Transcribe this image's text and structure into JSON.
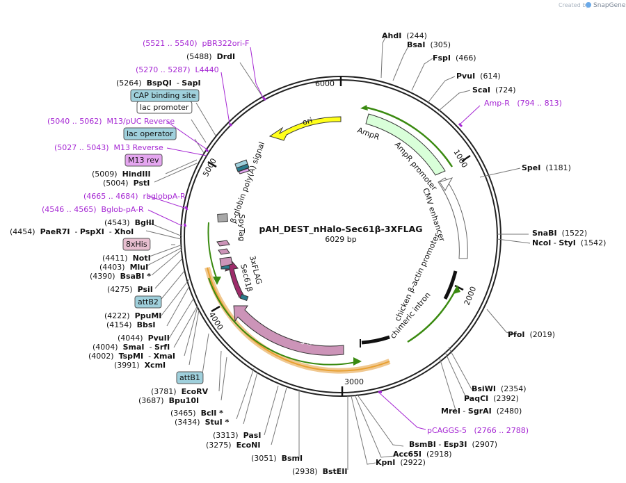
{
  "credit": {
    "prefix": "Created by",
    "brand": "SnapGene"
  },
  "plasmid": {
    "name": "pAH_DEST_nHalo-Sec61β-3XFLAG",
    "size": "6029 bp"
  },
  "ticks": [
    "1000",
    "2000",
    "3000",
    "4000",
    "5000",
    "6000"
  ],
  "sites_right": [
    {
      "t": [
        [
          "b",
          "AhdI"
        ],
        [
          "n",
          "  (244)"
        ]
      ]
    },
    {
      "t": [
        [
          "b",
          "BsaI"
        ],
        [
          "n",
          "  (305)"
        ]
      ]
    },
    {
      "t": [
        [
          "b",
          "FspI"
        ],
        [
          "n",
          "  (466)"
        ]
      ]
    },
    {
      "t": [
        [
          "b",
          "PvuI"
        ],
        [
          "n",
          "  (614)"
        ]
      ]
    },
    {
      "t": [
        [
          "b",
          "ScaI"
        ],
        [
          "n",
          "  (724)"
        ]
      ]
    },
    {
      "t": [
        [
          "f",
          "Amp-R   (794 .. 813)"
        ]
      ]
    },
    {
      "t": [
        [
          "b",
          "SpeI"
        ],
        [
          "n",
          "  (1181)"
        ]
      ]
    },
    {
      "t": [
        [
          "b",
          "SnaBI"
        ],
        [
          "n",
          "  (1522)"
        ]
      ]
    },
    {
      "t": [
        [
          "b",
          "NcoI"
        ],
        [
          "n",
          " - "
        ],
        [
          "b",
          "StyI"
        ],
        [
          "n",
          "  (1542)"
        ]
      ]
    },
    {
      "t": [
        [
          "b",
          "PfoI"
        ],
        [
          "n",
          "  (2019)"
        ]
      ]
    },
    {
      "t": [
        [
          "b",
          "BsiWI"
        ],
        [
          "n",
          "  (2354)"
        ]
      ]
    },
    {
      "t": [
        [
          "b",
          "PaqCI"
        ],
        [
          "n",
          "  (2392)"
        ]
      ]
    },
    {
      "t": [
        [
          "b",
          "MreI"
        ],
        [
          "n",
          " - "
        ],
        [
          "b",
          "SgrAI"
        ],
        [
          "n",
          "  (2480)"
        ]
      ]
    },
    {
      "t": [
        [
          "f",
          "pCAGGS-5   (2766 .. 2788)"
        ]
      ]
    },
    {
      "t": [
        [
          "b",
          "BsmBI"
        ],
        [
          "n",
          " - "
        ],
        [
          "b",
          "Esp3I"
        ],
        [
          "n",
          "  (2907)"
        ]
      ]
    },
    {
      "t": [
        [
          "b",
          "Acc65I"
        ],
        [
          "n",
          "  (2918)"
        ]
      ]
    },
    {
      "t": [
        [
          "b",
          "KpnI"
        ],
        [
          "n",
          "  (2922)"
        ]
      ]
    },
    {
      "t": [
        [
          "n",
          "(2938)  "
        ],
        [
          "b",
          "BstEII"
        ]
      ]
    }
  ],
  "sites_left": [
    {
      "t": [
        [
          "f",
          "(5521 .. 5540)  pBR322ori-F"
        ]
      ]
    },
    {
      "t": [
        [
          "n",
          "(5488)  "
        ],
        [
          "b",
          "DrdI"
        ]
      ]
    },
    {
      "t": [
        [
          "f",
          "(5270 .. 5287)  L4440"
        ]
      ]
    },
    {
      "t": [
        [
          "n",
          "(5264)  "
        ],
        [
          "b",
          "BspQI"
        ],
        [
          "n",
          "  - "
        ],
        [
          "b",
          "SapI"
        ]
      ]
    },
    {
      "box": "CAP binding site",
      "c": "#9fd0dc"
    },
    {
      "box": "lac promoter",
      "c": "#ffffff"
    },
    {
      "t": [
        [
          "f",
          "(5040 .. 5062)  M13/pUC Reverse"
        ]
      ]
    },
    {
      "box": "lac operator",
      "c": "#9fd0dc"
    },
    {
      "t": [
        [
          "f",
          "(5027 .. 5043)  M13 Reverse"
        ]
      ]
    },
    {
      "box": "M13 rev",
      "c": "#e5a6f0"
    },
    {
      "t": [
        [
          "n",
          "(5009)  "
        ],
        [
          "b",
          "HindIII"
        ]
      ]
    },
    {
      "t": [
        [
          "n",
          "(5004)  "
        ],
        [
          "b",
          "PstI"
        ]
      ]
    },
    {
      "t": [
        [
          "f",
          "(4665 .. 4684)  rbglobpA-R"
        ]
      ]
    },
    {
      "t": [
        [
          "f",
          "(4546 .. 4565)  Bglob-pA-R"
        ]
      ]
    },
    {
      "t": [
        [
          "n",
          "(4543)  "
        ],
        [
          "b",
          "BglII"
        ]
      ]
    },
    {
      "t": [
        [
          "n",
          "(4454)  "
        ],
        [
          "b",
          "PaeR7I"
        ],
        [
          "n",
          "  - "
        ],
        [
          "b",
          "PspXI"
        ],
        [
          "n",
          "  - "
        ],
        [
          "b",
          "XhoI"
        ]
      ]
    },
    {
      "box": "8xHis",
      "c": "#e8bfd0"
    },
    {
      "t": [
        [
          "n",
          "(4411)  "
        ],
        [
          "b",
          "NotI"
        ]
      ]
    },
    {
      "t": [
        [
          "n",
          "(4403)  "
        ],
        [
          "b",
          "MluI"
        ]
      ]
    },
    {
      "t": [
        [
          "n",
          "(4390)  "
        ],
        [
          "b",
          "BsaBI *"
        ]
      ]
    },
    {
      "t": [
        [
          "n",
          "(4275)  "
        ],
        [
          "b",
          "PsiI"
        ]
      ]
    },
    {
      "box": "attB2",
      "c": "#9fd0dc"
    },
    {
      "t": [
        [
          "n",
          "(4222)  "
        ],
        [
          "b",
          "PpuMI"
        ]
      ]
    },
    {
      "t": [
        [
          "n",
          "(4154)  "
        ],
        [
          "b",
          "BbsI"
        ]
      ]
    },
    {
      "t": [
        [
          "n",
          "(4044)  "
        ],
        [
          "b",
          "PvuII"
        ]
      ]
    },
    {
      "t": [
        [
          "n",
          "(4004)  "
        ],
        [
          "b",
          "SmaI"
        ],
        [
          "n",
          "  - "
        ],
        [
          "b",
          "SrfI"
        ]
      ]
    },
    {
      "t": [
        [
          "n",
          "(4002)  "
        ],
        [
          "b",
          "TspMI"
        ],
        [
          "n",
          "  - "
        ],
        [
          "b",
          "XmaI"
        ]
      ]
    },
    {
      "t": [
        [
          "n",
          "(3991)  "
        ],
        [
          "b",
          "XcmI"
        ]
      ]
    },
    {
      "box": "attB1",
      "c": "#9fd0dc"
    },
    {
      "t": [
        [
          "n",
          "(3781)  "
        ],
        [
          "b",
          "EcoRV"
        ]
      ]
    },
    {
      "t": [
        [
          "n",
          "(3687)  "
        ],
        [
          "b",
          "Bpu10I"
        ]
      ]
    },
    {
      "t": [
        [
          "n",
          "(3465)  "
        ],
        [
          "b",
          "BclI *"
        ]
      ]
    },
    {
      "t": [
        [
          "n",
          "(3434)  "
        ],
        [
          "b",
          "StuI *"
        ]
      ]
    },
    {
      "t": [
        [
          "n",
          "(3313)  "
        ],
        [
          "b",
          "PasI"
        ]
      ]
    },
    {
      "t": [
        [
          "n",
          "(3275)  "
        ],
        [
          "b",
          "EcoNI"
        ]
      ]
    },
    {
      "t": [
        [
          "n",
          "(3051)  "
        ],
        [
          "b",
          "BsmI"
        ]
      ]
    }
  ],
  "features": {
    "ori": "ori",
    "ampr": "AmpR",
    "ampr_promoter": "AmpR promoter",
    "cmv": "CMV enhancer",
    "chicken": "chicken β-actin promoter",
    "chimeric": "chimeric intron",
    "halotag": "HaloTag®",
    "sec61b": "Sec61β",
    "flag": "3xFLAG",
    "spytag": "SpyTag",
    "bglobin": "β-globin poly(A) signal"
  },
  "colors": {
    "feature_purple": "#a526d3",
    "ampr_fill": "#d9ffd9",
    "ori_fill": "#ffff1a",
    "halotag_fill": "#cc94b8",
    "sec61_fill": "#9e2c6a",
    "gene_line": "#3a8a10",
    "orf_line": "#e8a030"
  }
}
